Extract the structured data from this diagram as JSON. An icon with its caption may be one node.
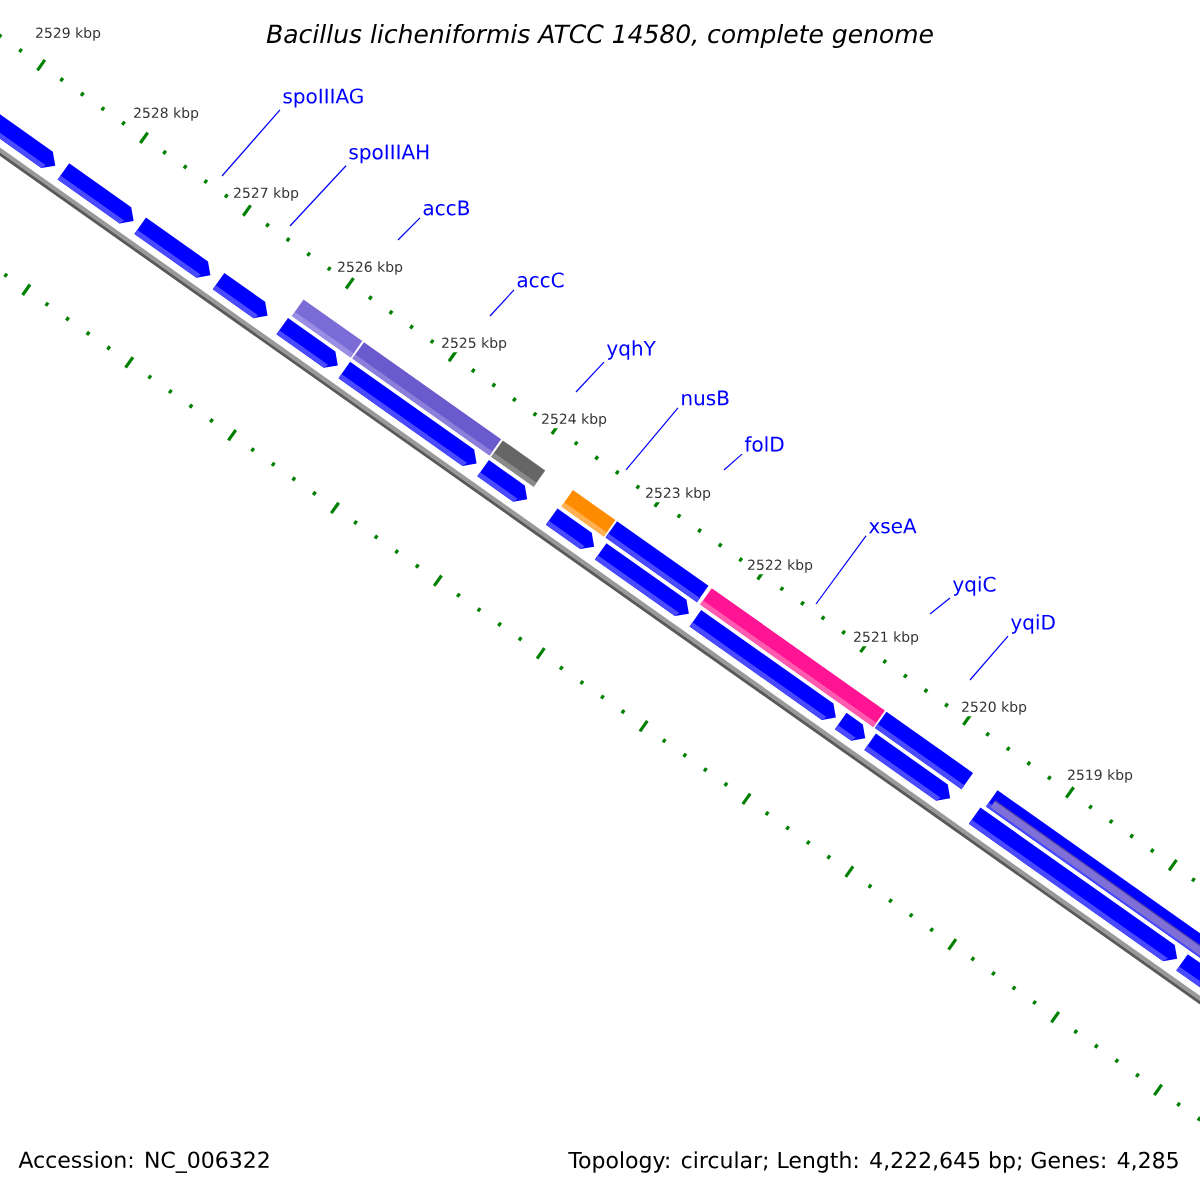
{
  "diagram": {
    "title": "Bacillus licheniformis ATCC 14580, complete genome",
    "nodes": [
      {
        "text": [
          "spoIIIAG"
        ]
      },
      {
        "text": [
          "spoIIIAH"
        ]
      },
      {
        "text": [
          "accB"
        ]
      },
      {
        "text": [
          "accC"
        ]
      },
      {
        "text": [
          "yqhY"
        ]
      },
      {
        "text": [
          "nusB"
        ]
      },
      {
        "text": [
          "folD"
        ]
      },
      {
        "text": [
          "xseA"
        ]
      },
      {
        "text": [
          "yqiC"
        ]
      },
      {
        "text": [
          "yqiD"
        ]
      }
    ],
    "edges": [
      {
        "from": 0,
        "to": null,
        "arrow": "none"
      },
      {
        "from": 1,
        "to": null,
        "arrow": "none"
      },
      {
        "from": 2,
        "to": null,
        "arrow": "none"
      },
      {
        "from": 3,
        "to": null,
        "arrow": "none"
      },
      {
        "from": 4,
        "to": null,
        "arrow": "none"
      },
      {
        "from": 5,
        "to": null,
        "arrow": "none"
      },
      {
        "from": 6,
        "to": null,
        "arrow": "none"
      },
      {
        "from": 7,
        "to": null,
        "arrow": "none"
      },
      {
        "from": 8,
        "to": null,
        "arrow": "none"
      },
      {
        "from": 9,
        "to": null,
        "arrow": "none"
      }
    ],
    "labels": [
      "2529 kbp",
      "2528 kbp",
      "2527 kbp",
      "2526 kbp",
      "2525 kbp",
      "2524 kbp",
      "2523 kbp",
      "2522 kbp",
      "2521 kbp",
      "2520 kbp",
      "2519 kbp",
      "Accession: NC_006322",
      "Topology: circular; Length: 4,222,645 bp; Genes: 4,285"
    ]
  }
}
